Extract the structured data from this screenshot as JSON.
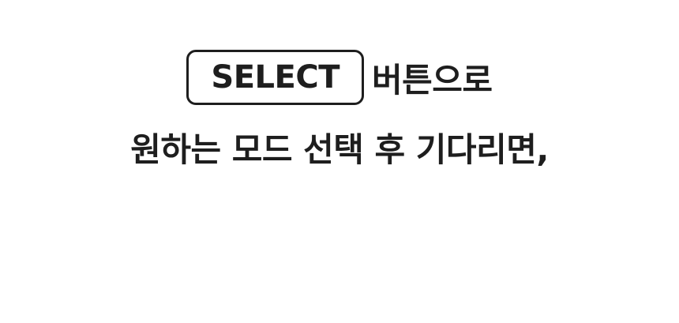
{
  "instruction": {
    "button_label": "SELECT",
    "line1_suffix": "버튼으로",
    "line2": "원하는 모드 선택 후 기다리면,"
  }
}
